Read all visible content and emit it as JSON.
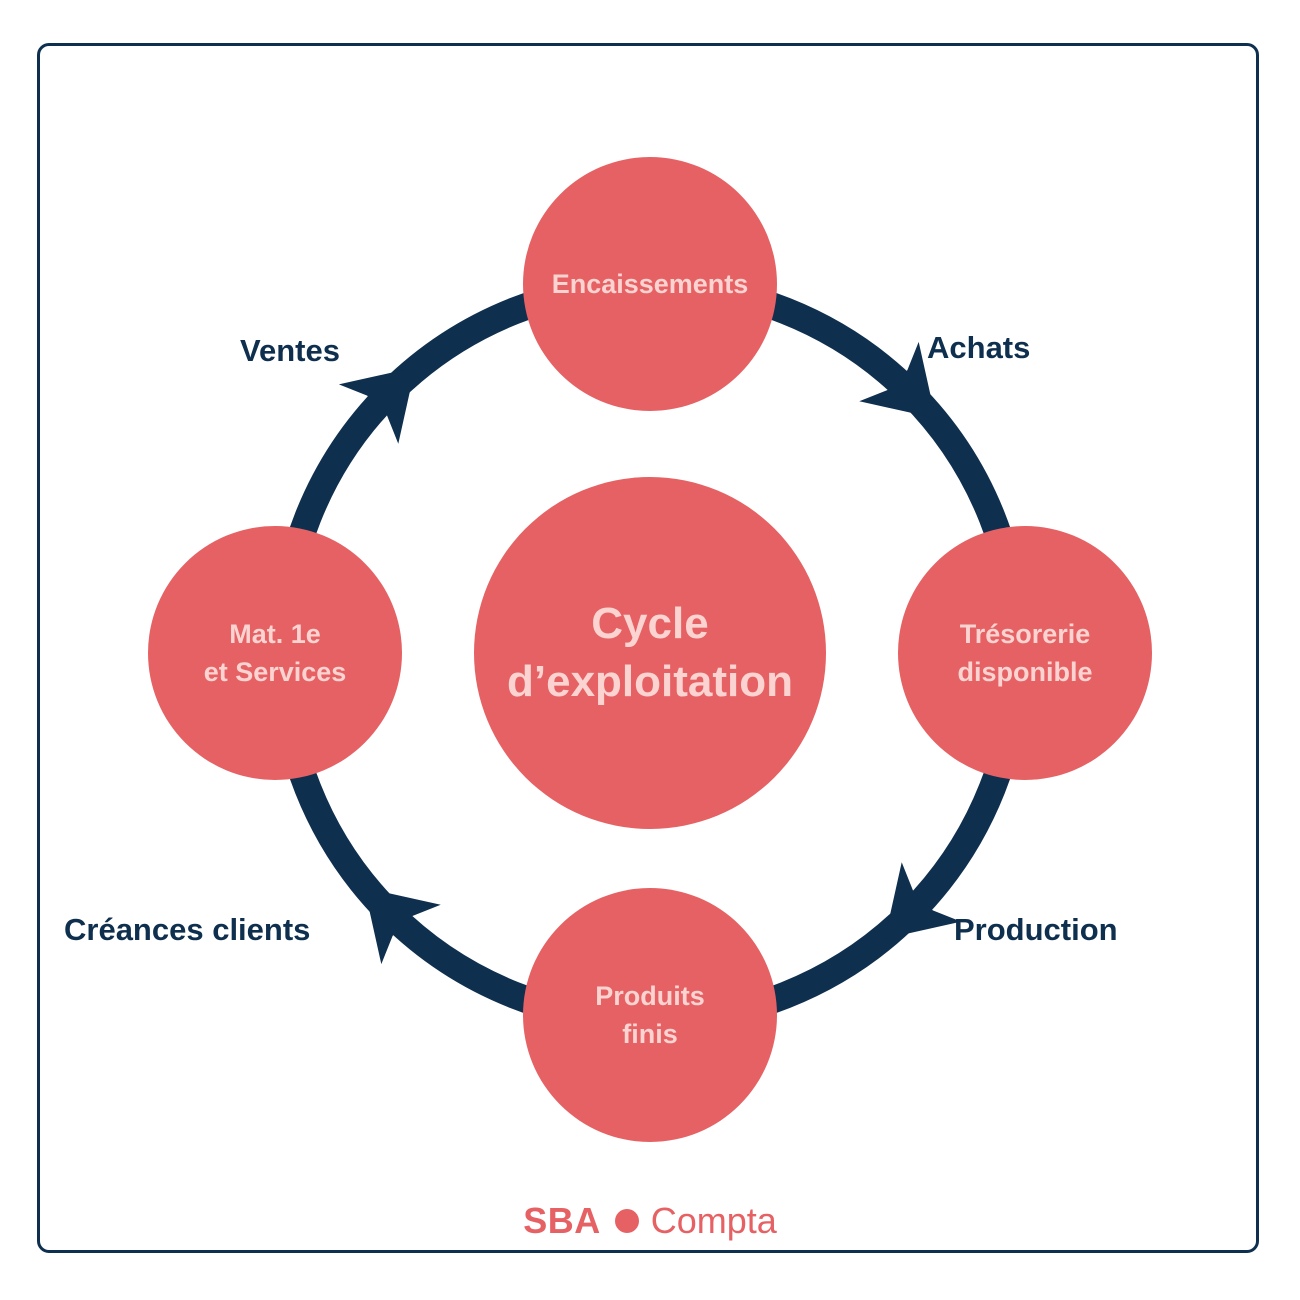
{
  "colors": {
    "node_fill": "#e66163",
    "node_text": "#fbd3d1",
    "ring_and_labels": "#0f2f4f",
    "brand": "#e66163"
  },
  "center": {
    "line1": "Cycle",
    "line2": "d’exploitation"
  },
  "nodes": {
    "top": {
      "line1": "Encaissements"
    },
    "right": {
      "line1": "Trésorerie",
      "line2": "disponible"
    },
    "bottom": {
      "line1": "Produits",
      "line2": "finis"
    },
    "left": {
      "line1": "Mat. 1e",
      "line2": "et Services"
    }
  },
  "flows": {
    "achats": "Achats",
    "production": "Production",
    "creances": "Créances clients",
    "ventes": "Ventes"
  },
  "brand": {
    "name_bold": "SBA",
    "name_regular": "Compta"
  }
}
